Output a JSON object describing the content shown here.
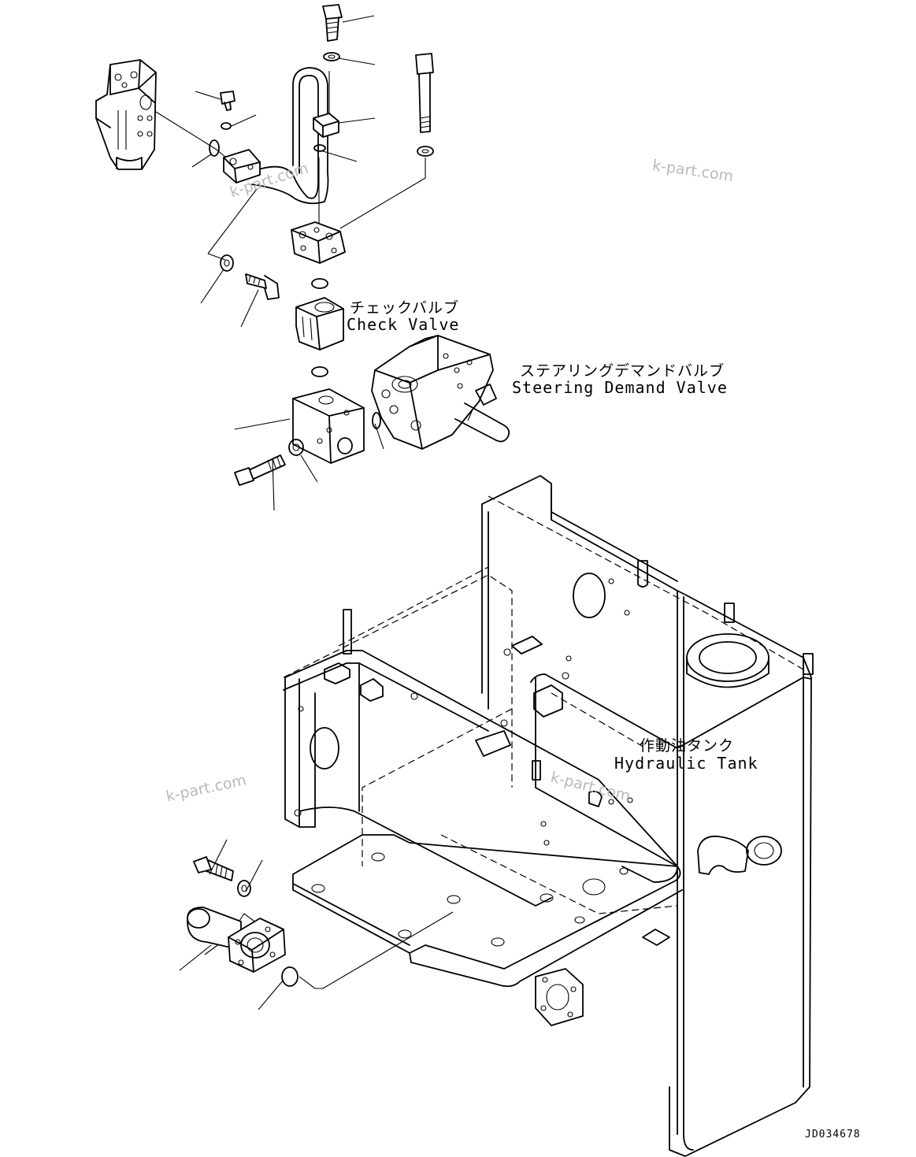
{
  "labels": {
    "check_valve_jp": "チェックバルブ",
    "check_valve_en": "Check Valve",
    "steering_valve_jp": "ステアリングデマンドバルブ",
    "steering_valve_en": "Steering Demand Valve",
    "hydraulic_tank_jp": "作動油タンク",
    "hydraulic_tank_en": "Hydraulic Tank"
  },
  "watermarks": [
    "k-part.com",
    "k-part.com",
    "k-part.com",
    "k-part.com"
  ],
  "drawing_code": "JD034678"
}
